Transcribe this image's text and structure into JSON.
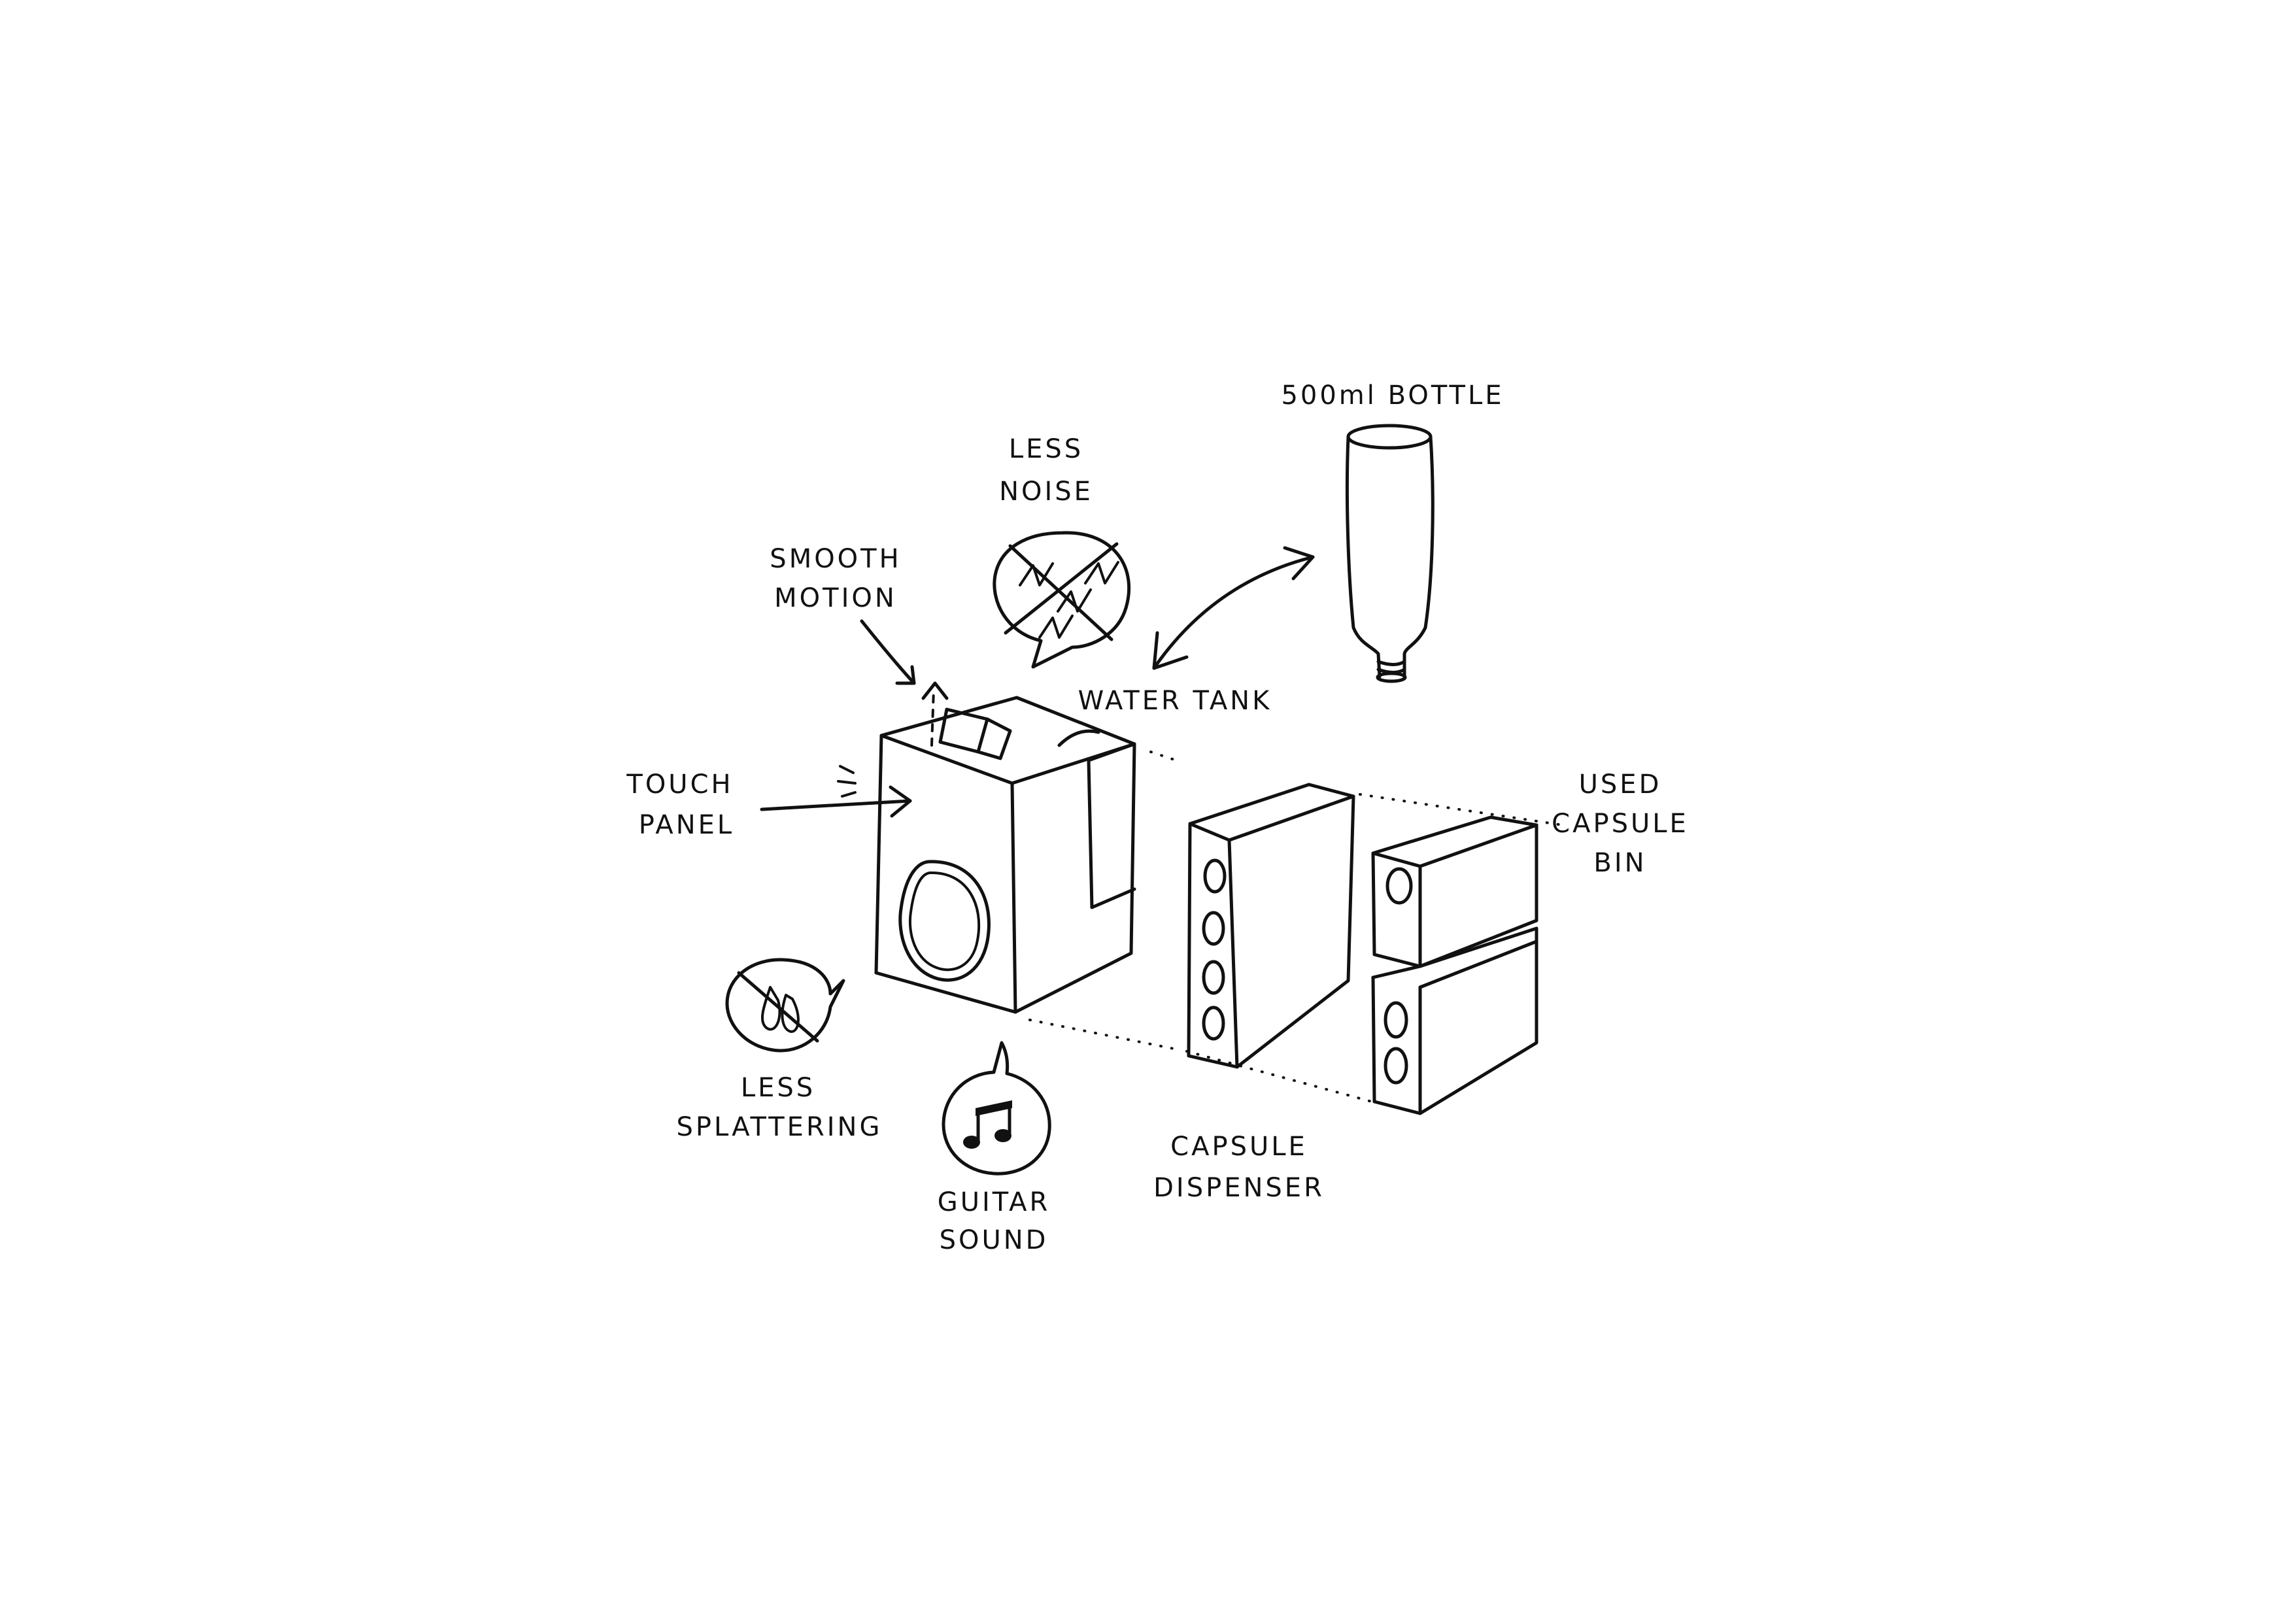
{
  "labels": {
    "bottle": "500ml BOTTLE",
    "noise_line1": "LESS",
    "noise_line2": "NOISE",
    "smooth_line1": "SMOOTH",
    "smooth_line2": "MOTION",
    "water_tank": "WATER TANK",
    "touch_line1": "TOUCH",
    "touch_line2": "PANEL",
    "bin_line1": "USED",
    "bin_line2": "CAPSULE",
    "bin_line3": "BIN",
    "splatter_line1": "LESS",
    "splatter_line2": "SPLATTERING",
    "guitar_line1": "GUITAR",
    "guitar_line2": "SOUND",
    "dispenser_line1": "CAPSULE",
    "dispenser_line2": "DISPENSER"
  },
  "ink_color": "#111111",
  "background_color": "#ffffff",
  "icons": [
    "no-noise-icon",
    "no-splatter-icon",
    "music-note-icon",
    "bottle-icon"
  ]
}
